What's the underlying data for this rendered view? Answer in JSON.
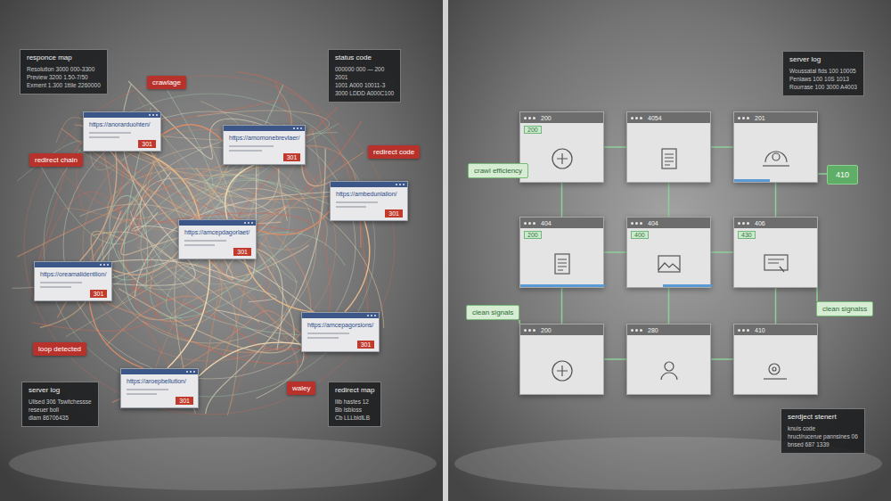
{
  "diagram": {
    "nodes": [
      {
        "text": [
          "responce map",
          "Resolution 3000 000-3300",
          "Preview 3200 1.50-7/50",
          "Exment 1.300 1ttile 2260000"
        ]
      },
      {
        "text": [
          "crawlage"
        ]
      },
      {
        "text": [
          "status code",
          "000000 000 — 200",
          "2001",
          "1001 A000 10011-3",
          "3000 LDDD A000C100"
        ]
      },
      {
        "text": [
          "https://anorarduohten/",
          "301"
        ]
      },
      {
        "text": [
          "redirect chain"
        ]
      },
      {
        "text": [
          "https://amomonebrevlaer/",
          "301"
        ]
      },
      {
        "text": [
          "redirect code"
        ]
      },
      {
        "text": [
          "https://ambedunlalion/",
          "301"
        ]
      },
      {
        "text": [
          "https://amcepdagorlaet/",
          "301"
        ]
      },
      {
        "text": [
          "https://oreamalidentlion/",
          "301"
        ]
      },
      {
        "text": [
          "https://amcepagorsions/",
          "301"
        ]
      },
      {
        "text": [
          "loop detected"
        ]
      },
      {
        "text": [
          "https://aroepbellution/",
          "301"
        ]
      },
      {
        "text": [
          "waley"
        ]
      },
      {
        "text": [
          "server log",
          "Ullsed 306 Tswitchessse",
          "reseuer boll",
          "dlam 86706435"
        ]
      },
      {
        "text": [
          "redirect map",
          "llib hastes 12",
          "Bb Isbloss",
          "Cb LLLbldlLB"
        ]
      },
      {
        "text": [
          "server log",
          "Woussatal fids 100 10005",
          "Peniaws 100 10S 1013",
          "Rourrase 100 3000 A4003"
        ]
      },
      {
        "text": [
          "200",
          "200"
        ]
      },
      {
        "text": [
          "4054"
        ]
      },
      {
        "text": [
          "201"
        ]
      },
      {
        "text": [
          "crawl efficiency"
        ]
      },
      {
        "text": [
          "410"
        ]
      },
      {
        "text": [
          "404",
          "200"
        ]
      },
      {
        "text": [
          "404",
          "400"
        ]
      },
      {
        "text": [
          "406",
          "430"
        ]
      },
      {
        "text": [
          "clean signals"
        ]
      },
      {
        "text": [
          "clean signalss"
        ]
      },
      {
        "text": [
          "200"
        ]
      },
      {
        "text": [
          "280"
        ]
      },
      {
        "text": [
          "410"
        ]
      },
      {
        "text": [
          "serdject stenert",
          "knuis code",
          "hruct/rucerue pannsines 06",
          "bnsed 687 1339"
        ]
      }
    ],
    "edges": [
      {
        "from": 3,
        "to": 8,
        "arrow": "none"
      },
      {
        "from": 5,
        "to": 8,
        "arrow": "none"
      },
      {
        "from": 7,
        "to": 8,
        "arrow": "none"
      },
      {
        "from": 9,
        "to": 8,
        "arrow": "none"
      },
      {
        "from": 10,
        "to": 8,
        "arrow": "none"
      },
      {
        "from": 12,
        "to": 8,
        "arrow": "none"
      },
      {
        "from": 3,
        "to": 5,
        "arrow": "none"
      },
      {
        "from": 5,
        "to": 7,
        "arrow": "none"
      },
      {
        "from": 7,
        "to": 10,
        "arrow": "none"
      },
      {
        "from": 10,
        "to": 12,
        "arrow": "none"
      },
      {
        "from": 12,
        "to": 9,
        "arrow": "none"
      },
      {
        "from": 9,
        "to": 3,
        "arrow": "none"
      },
      {
        "from": 17,
        "to": 18,
        "arrow": "none"
      },
      {
        "from": 18,
        "to": 19,
        "arrow": "none"
      },
      {
        "from": 17,
        "to": 22,
        "arrow": "none"
      },
      {
        "from": 18,
        "to": 23,
        "arrow": "none"
      },
      {
        "from": 19,
        "to": 24,
        "arrow": "none"
      },
      {
        "from": 22,
        "to": 23,
        "arrow": "none"
      },
      {
        "from": 23,
        "to": 24,
        "arrow": "none"
      },
      {
        "from": 22,
        "to": 27,
        "arrow": "none"
      },
      {
        "from": 23,
        "to": 28,
        "arrow": "none"
      },
      {
        "from": 24,
        "to": 29,
        "arrow": "none"
      },
      {
        "from": 27,
        "to": 28,
        "arrow": "none"
      },
      {
        "from": 28,
        "to": 29,
        "arrow": "none"
      },
      {
        "from": 20,
        "to": 17,
        "arrow": "none"
      },
      {
        "from": 25,
        "to": 27,
        "arrow": "none"
      },
      {
        "from": 26,
        "to": 24,
        "arrow": "none"
      },
      {
        "from": 21,
        "to": 19,
        "arrow": "none"
      }
    ]
  }
}
